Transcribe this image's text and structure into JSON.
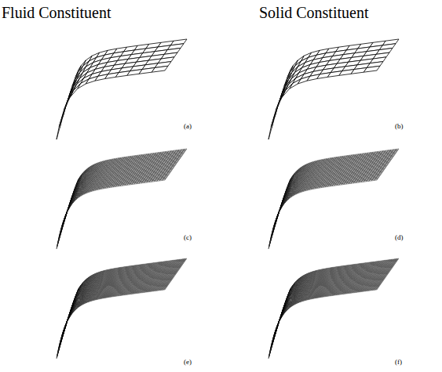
{
  "diagram": {
    "labels": [
      "Fluid Constituent",
      "Solid Constituent",
      "(a)",
      "(b)",
      "(c)",
      "(d)",
      "(e)",
      "(f)"
    ]
  }
}
